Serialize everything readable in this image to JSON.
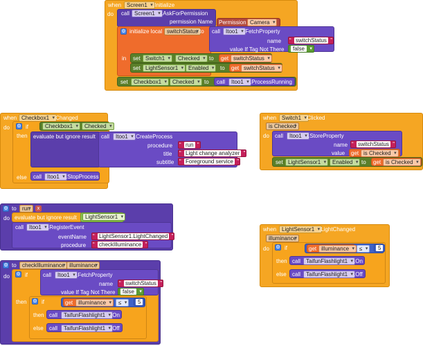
{
  "screen_init": {
    "when": "when",
    "component": "Screen1",
    "event": "Initialize",
    "do": "do",
    "call": "call",
    "perm_method": "AskForPermission",
    "perm_label": "permission Name",
    "perm_comp": "Permission",
    "perm_val": "Camera",
    "init_local": "initialize local",
    "var_name": "switchStatus",
    "to": "to",
    "itoo": "Itoo1",
    "fetch": "FetchProperty",
    "name_label": "name",
    "name_val": "switchStatus",
    "vitnt": "value If Tag Not There",
    "false": "false",
    "in": "in",
    "set": "set",
    "switch1": "Switch1",
    "checked": "Checked",
    "get": "get",
    "lightsensor1": "LightSensor1",
    "enabled": "Enabled",
    "checkbox1": "Checkbox1",
    "process_running": "ProcessRunning"
  },
  "cb_changed": {
    "when": "when",
    "component": "Checkbox1",
    "event": "Changed",
    "do": "do",
    "if": "if",
    "then": "then",
    "else": "else",
    "comp": "Checkbox1",
    "prop": "Checked",
    "eval": "evaluate but ignore result",
    "call": "call",
    "itoo": "Itoo1",
    "create": "CreateProcess",
    "procedure": "procedure",
    "proc_val": "run",
    "title": "title",
    "title_val": "Light change analyzer",
    "subtitle": "subtitle",
    "subtitle_val": "Foreground service",
    "stop": "StopProcess"
  },
  "sw_clicked": {
    "when": "when",
    "component": "Switch1",
    "event": "Clicked",
    "is_checked": "is Checked",
    "do": "do",
    "call": "call",
    "itoo": "Itoo1",
    "store": "StoreProperty",
    "name_label": "name",
    "name_val": "switchStatus",
    "value_label": "value",
    "get": "get",
    "get_var": "is Checked",
    "set": "set",
    "ls": "LightSensor1",
    "enabled": "Enabled",
    "to": "to"
  },
  "to_run": {
    "to": "to",
    "name": "run",
    "x": "x",
    "do": "do",
    "eval": "evaluate but ignore result",
    "ls": "LightSensor1",
    "call": "call",
    "itoo": "Itoo1",
    "register": "RegisterEvent",
    "event_name": "eventName",
    "event_val": "LightSensor1.LightChanged",
    "procedure": "procedure",
    "proc_val": "checkIlluminance"
  },
  "ls_changed": {
    "when": "when",
    "component": "LightSensor1",
    "event": "LightChanged",
    "param": "illuminance",
    "do": "do",
    "if": "if",
    "get": "get",
    "var": "illuminance",
    "op": "≤",
    "num": "5",
    "then": "then",
    "else": "else",
    "call": "call",
    "flash": "TaifunFlashlight1",
    "on": "On",
    "off": "Off"
  },
  "to_check": {
    "to": "to",
    "name": "checkIlluminance",
    "param": "illuminance",
    "do": "do",
    "if": "if",
    "call": "call",
    "itoo": "Itoo1",
    "fetch": "FetchProperty",
    "name_label": "name",
    "name_val": "switchStatus",
    "vitnt": "value If Tag Not There",
    "false": "false",
    "then": "then",
    "else": "else",
    "get": "get",
    "var": "illuminance",
    "op": "≤",
    "num": "5",
    "flash": "TaifunFlashlight1",
    "on": "On",
    "off": "Off"
  }
}
